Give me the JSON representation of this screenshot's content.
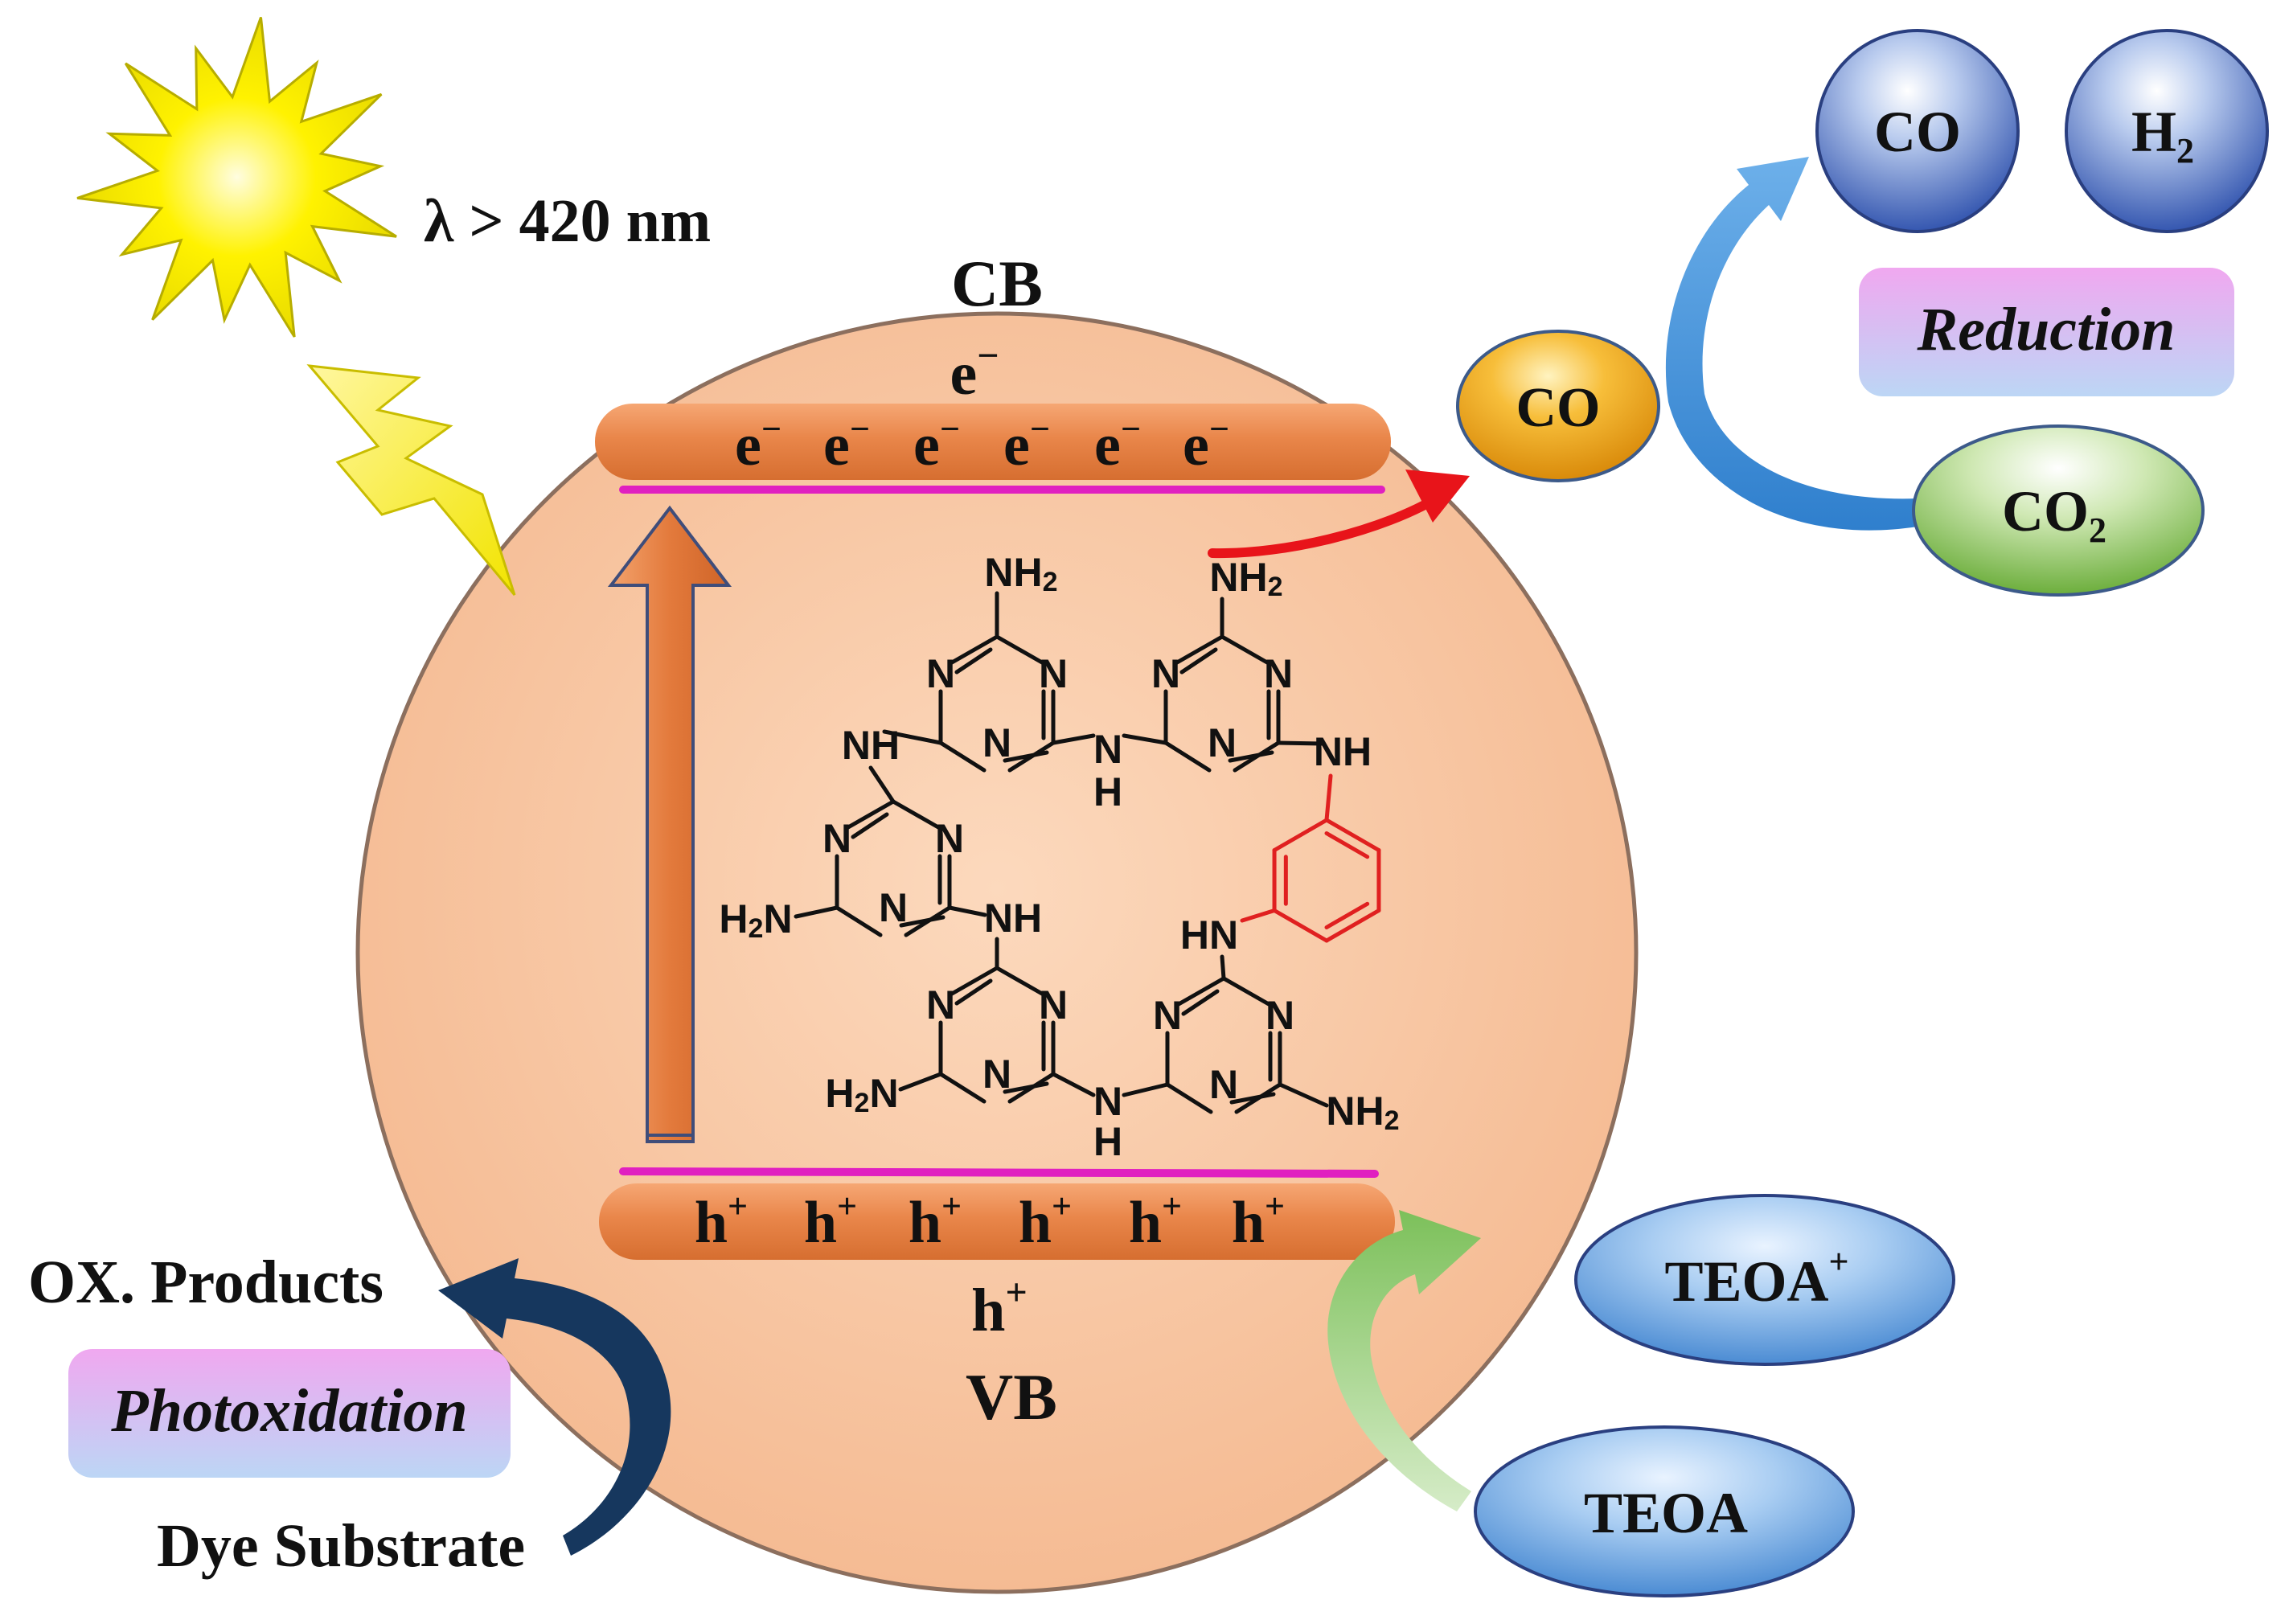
{
  "light": {
    "wavelength": "λ > 420 nm"
  },
  "bands": {
    "cb": "CB",
    "vb": "VB",
    "electron": "e",
    "hole": "h",
    "electron_charge": "−",
    "hole_charge": "+"
  },
  "reduction": {
    "label": "Reduction",
    "intermediate": "CO",
    "reactant": {
      "main": "CO",
      "sub": "2"
    },
    "products": [
      {
        "main": "CO",
        "sub": ""
      },
      {
        "main": "H",
        "sub": "2"
      }
    ]
  },
  "oxidation": {
    "label": "Photoxidation",
    "products": "OX. Products",
    "substrate": "Dye Substrate",
    "donor": "TEOA",
    "donor_oxidized": {
      "main": "TEOA",
      "sup": "+"
    }
  },
  "molecule": {
    "groups": {
      "nh2": {
        "main": "NH",
        "sub": "2"
      },
      "h2n": {
        "pre": "H",
        "sub": "2",
        "post": "N"
      },
      "nh": "NH",
      "hn": "HN",
      "n": "N",
      "h": "H"
    }
  },
  "colors": {
    "circle_fill": "#f8c7a3",
    "band_orange": "#e9864a",
    "band_line": "#e020c0",
    "linker_red": "#e02020",
    "arrow_red": "#e8141a",
    "sun_yellow": "#fff000",
    "sphere_blue": "#4a72c4",
    "ellipse_green": "#8fc65a",
    "ellipse_blue": "#5e9ee0",
    "co_orange": "#f2a01a",
    "arrow_dark_blue": "#16375e",
    "arrow_light_blue": "#3c8ed4",
    "arrow_green": "#8cc870"
  }
}
